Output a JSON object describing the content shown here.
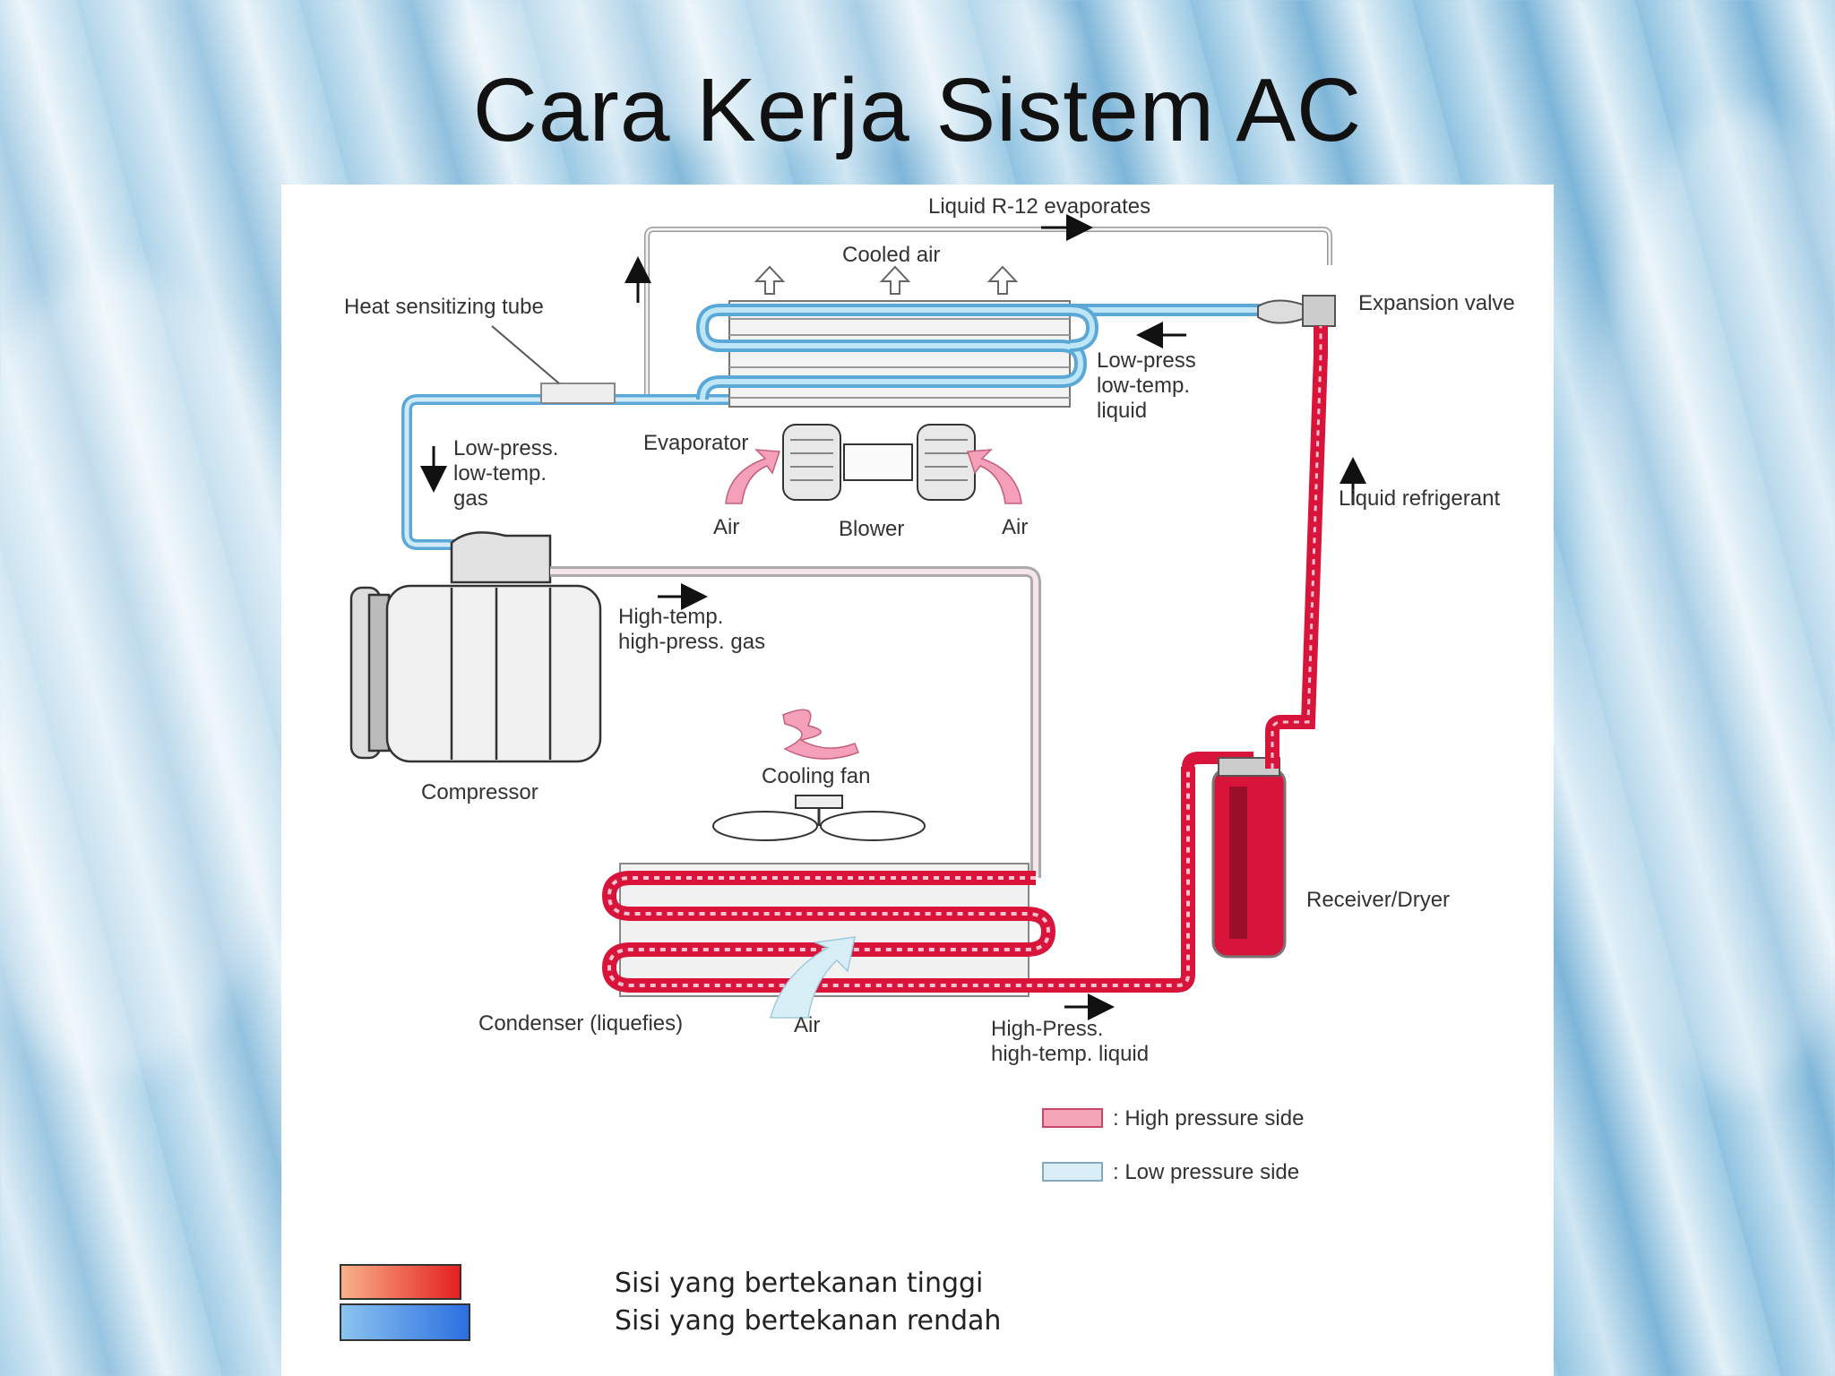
{
  "slide": {
    "title": "Cara Kerja Sistem AC"
  },
  "diagram": {
    "labels": {
      "liquid_evaporates": "Liquid R-12 evaporates",
      "cooled_air": "Cooled air",
      "heat_tube": "Heat sensitizing tube",
      "expansion_valve": "Expansion valve",
      "low_press_liquid_1": "Low-press",
      "low_press_liquid_2": "low-temp.",
      "low_press_liquid_3": "liquid",
      "low_press_gas_1": "Low-press.",
      "low_press_gas_2": "low-temp.",
      "low_press_gas_3": "gas",
      "evaporator": "Evaporator",
      "air_left": "Air",
      "blower": "Blower",
      "air_right": "Air",
      "liquid_refrigerant": "Liquid refrigerant",
      "high_temp_gas_1": "High-temp.",
      "high_temp_gas_2": "high-press. gas",
      "compressor": "Compressor",
      "cooling_fan": "Cooling fan",
      "receiver_dryer": "Receiver/Dryer",
      "condenser": "Condenser (liquefies)",
      "air_condenser": "Air",
      "high_press_liquid_1": "High-Press.",
      "high_press_liquid_2": "high-temp. liquid"
    },
    "legend_small": [
      {
        "text": ": High pressure side",
        "color": "#e85a7a"
      },
      {
        "text": ": Low pressure side",
        "color": "#c9e7f2"
      }
    ],
    "legend_large": [
      {
        "text": "Sisi yang bertekanan tinggi"
      },
      {
        "text": "Sisi yang bertekanan rendah"
      }
    ],
    "colors": {
      "high": "#d8143a",
      "low": "#7cc7e6",
      "low_dark": "#5aa8d8"
    }
  }
}
